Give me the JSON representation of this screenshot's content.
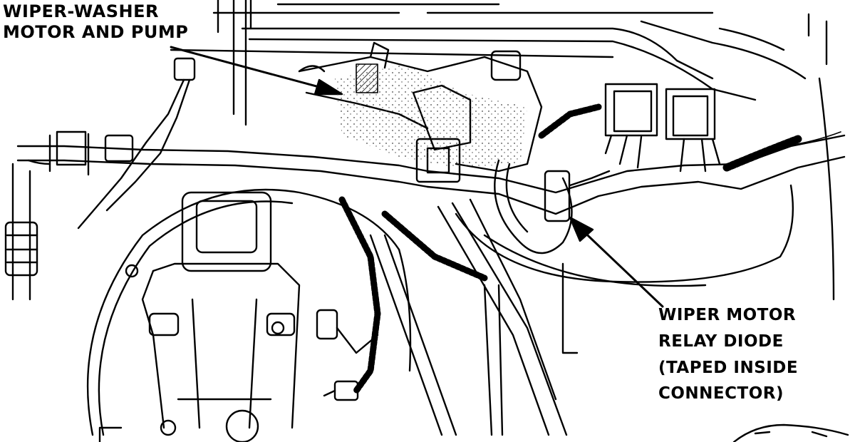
{
  "labels": {
    "washer_motor": {
      "lines": [
        "WIPER-WASHER",
        "MOTOR AND PUMP"
      ]
    },
    "relay_diode": {
      "lines": [
        "WIPER MOTOR",
        "RELAY DIODE",
        "(TAPED INSIDE",
        "CONNECTOR)"
      ]
    }
  },
  "colors": {
    "ink": "#000000",
    "paper": "#ffffff",
    "stipple": "#444444"
  }
}
